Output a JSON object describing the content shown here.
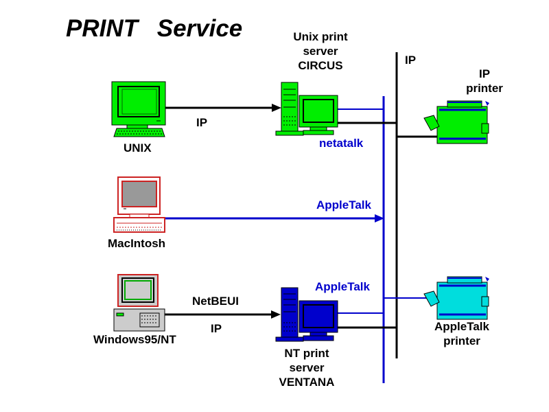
{
  "title": "PRINT   Service",
  "labels": {
    "unix_server": [
      "Unix print",
      "server",
      "CIRCUS"
    ],
    "ip_backbone": "IP",
    "ip_printer": [
      "IP",
      "printer"
    ],
    "unix": "UNIX",
    "ip_unix_link": "IP",
    "netatalk": "netatalk",
    "appletalk_mac": "AppleTalk",
    "macintosh": "MacIntosh",
    "appletalk_nt": "AppleTalk",
    "netbeui": "NetBEUI",
    "ip_win_link": "IP",
    "windows": "Windows95/NT",
    "nt_server": [
      "NT print",
      "server",
      "VENTANA"
    ],
    "appletalk_printer": [
      "AppleTalk",
      "printer"
    ]
  },
  "colors": {
    "ip_line": "#000000",
    "appletalk_line": "#0000cc",
    "unix_pc": "#00ee00",
    "mac_pc": "#cc2222",
    "mac_screen": "#999999",
    "windows_pc": "#cccccc",
    "ip_printer": "#00ee00",
    "appletalk_printer": "#00dddd",
    "server_unix": "#00ee00",
    "server_nt": "#0000cc"
  },
  "icons": [
    "unix-workstation-icon",
    "unix-server-icon",
    "ip-printer-icon",
    "macintosh-icon",
    "windows-pc-icon",
    "nt-server-icon",
    "appletalk-printer-icon"
  ]
}
